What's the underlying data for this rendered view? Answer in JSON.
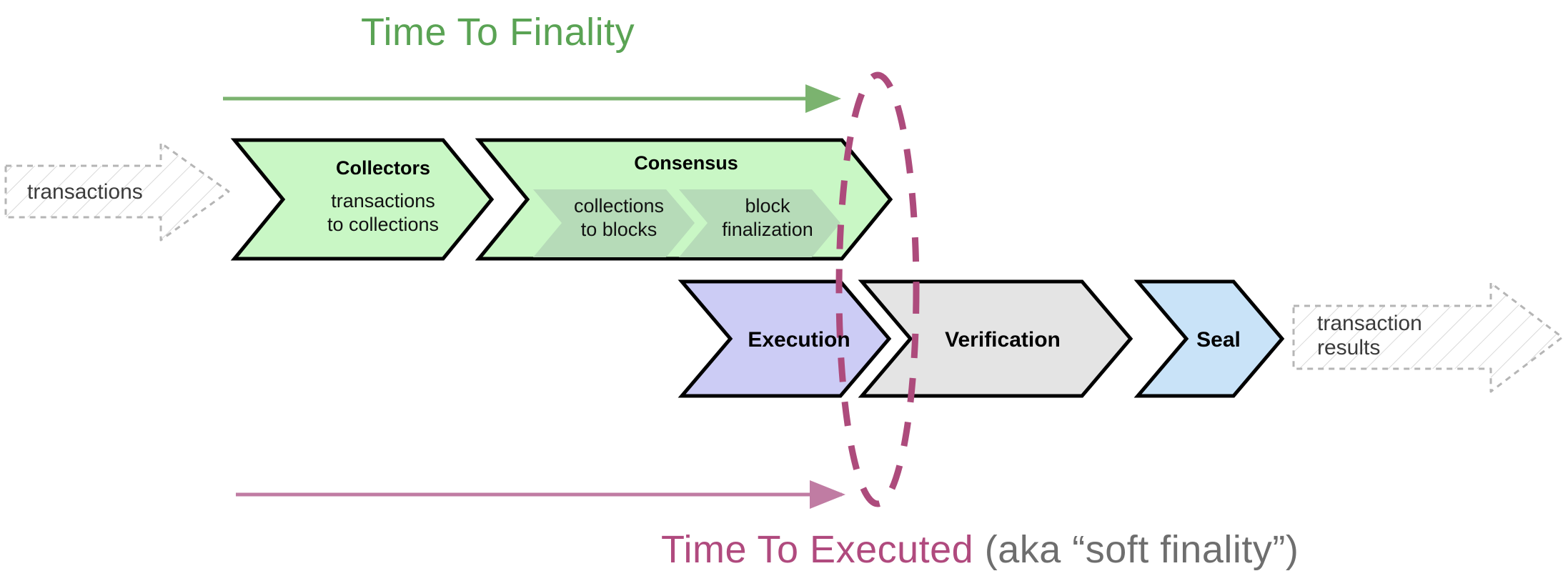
{
  "diagram": {
    "title_top": "Time To Finality",
    "bottom_caption": {
      "highlight": "Time To Executed",
      "suffix": " (aka “soft finality”)"
    },
    "colors": {
      "green_accent": "#5aa354",
      "purple_accent": "#b04a7e",
      "caption_muted": "#6e6e6e",
      "stage_green_fill": "#c9f7c5",
      "stage_green_inner_fill": "#b6dbb8",
      "execution_fill": "#ccccf5",
      "verification_fill": "#e4e4e4",
      "seal_fill": "#c9e3f8",
      "ghost_stroke": "#b5b5b5",
      "outline": "#000000"
    },
    "input": {
      "label": "transactions"
    },
    "output": {
      "line1": "transaction",
      "line2": "results"
    },
    "top_row": [
      {
        "name": "collectors",
        "title": "Collectors",
        "sub_line1": "transactions",
        "sub_line2": "to collections"
      },
      {
        "name": "consensus",
        "title": "Consensus",
        "inner": [
          {
            "name": "collections-to-blocks",
            "line1": "collections",
            "line2": "to blocks"
          },
          {
            "name": "block-finalization",
            "line1": "block",
            "line2": "finalization"
          }
        ]
      }
    ],
    "bottom_row": [
      {
        "name": "execution",
        "label": "Execution"
      },
      {
        "name": "verification",
        "label": "Verification"
      },
      {
        "name": "seal",
        "label": "Seal"
      }
    ]
  }
}
